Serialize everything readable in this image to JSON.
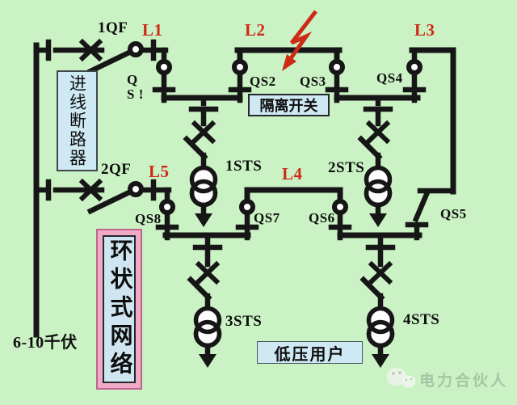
{
  "colors": {
    "background": "#cbf2c4",
    "line": "#161616",
    "red": "#cd2a18",
    "box_blue": "#cfe9f4",
    "box_pink": "#efabc6"
  },
  "feeders": {
    "qf1": "1QF",
    "qf2": "2QF"
  },
  "lines": {
    "l1": "L1",
    "l2": "L2",
    "l3": "L3",
    "l4": "L4",
    "l5": "L5"
  },
  "isolators": {
    "qs1": "Q\nS !",
    "qs2": "QS2",
    "qs3": "QS3",
    "qs4": "QS4",
    "qs5": "QS5",
    "qs6": "QS6",
    "qs7": "QS7",
    "qs8": "QS8"
  },
  "transformers": {
    "t1": "1STS",
    "t2": "2STS",
    "t3": "3STS",
    "t4": "4STS"
  },
  "notes": {
    "incoming_breaker": "进线断路器",
    "isolator_switch": "隔离开关",
    "ring_network": "环状式网络",
    "lv_users": "低压用户",
    "voltage": "6-10千伏"
  },
  "watermark": {
    "brand": "电力合伙人"
  }
}
